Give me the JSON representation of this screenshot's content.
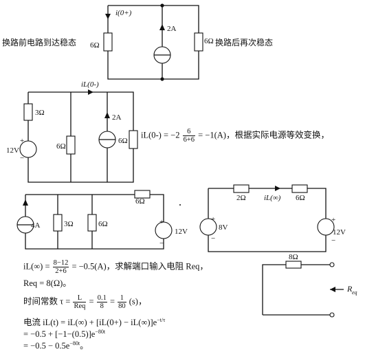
{
  "labels": {
    "before_switch": "换路前电路到达稳态",
    "after_switch": "换路后再次稳态"
  },
  "circuit1": {
    "current_label": "i(0+)",
    "left_resistor": "6Ω",
    "source": "2A",
    "right_resistor": "6Ω"
  },
  "circuit2": {
    "current_label": "iL(0-)",
    "voltage_source": "12V",
    "series_resistor": "3Ω",
    "shunt_resistor": "6Ω",
    "current_source": "2A",
    "right_resistor": "6Ω"
  },
  "circuit3": {
    "current_source": "4A",
    "resistor_a": "3Ω",
    "resistor_b": "6Ω",
    "top_resistor": "6Ω",
    "voltage_source": "12V"
  },
  "circuit4": {
    "left_resistor": "2Ω",
    "current_label": "iL(∞)",
    "right_resistor": "6Ω",
    "left_source": "8V",
    "right_source": "12V"
  },
  "circuit5": {
    "resistor": "8Ω",
    "req_label": "R",
    "req_sub": "eq"
  },
  "equations": {
    "eq1_lhs": "iL(0-) = −2",
    "eq1_frac_num": "6",
    "eq1_frac_den": "6+6",
    "eq1_rhs": "= −1(A)，根据实际电源等效变换，",
    "eq2_lhs": "iL(∞) =",
    "eq2_frac_num": "8−12",
    "eq2_frac_den": "2+6",
    "eq2_rhs": "= −0.5(A)，求解端口输入电阻 Req，",
    "eq3": "Req = 8(Ω)。",
    "eq4_lhs": "时间常数 τ =",
    "eq4_f1_num": "L",
    "eq4_f1_den": "Req",
    "eq4_f2_num": "0.1",
    "eq4_f2_den": "8",
    "eq4_f3_num": "1",
    "eq4_f3_den": "80",
    "eq4_rhs": "(s)，",
    "eq5": "电流 iL(t) = iL(∞) + [iL(0+) − iL(∞)]e",
    "eq5_exp": "−t/τ",
    "eq6": "= −0.5 + [−1−(0.5)]e",
    "eq6_exp": "−80t",
    "eq7": "= −0.5 − 0.5e",
    "eq7_exp": "−80t",
    "eq7_end": "。"
  }
}
